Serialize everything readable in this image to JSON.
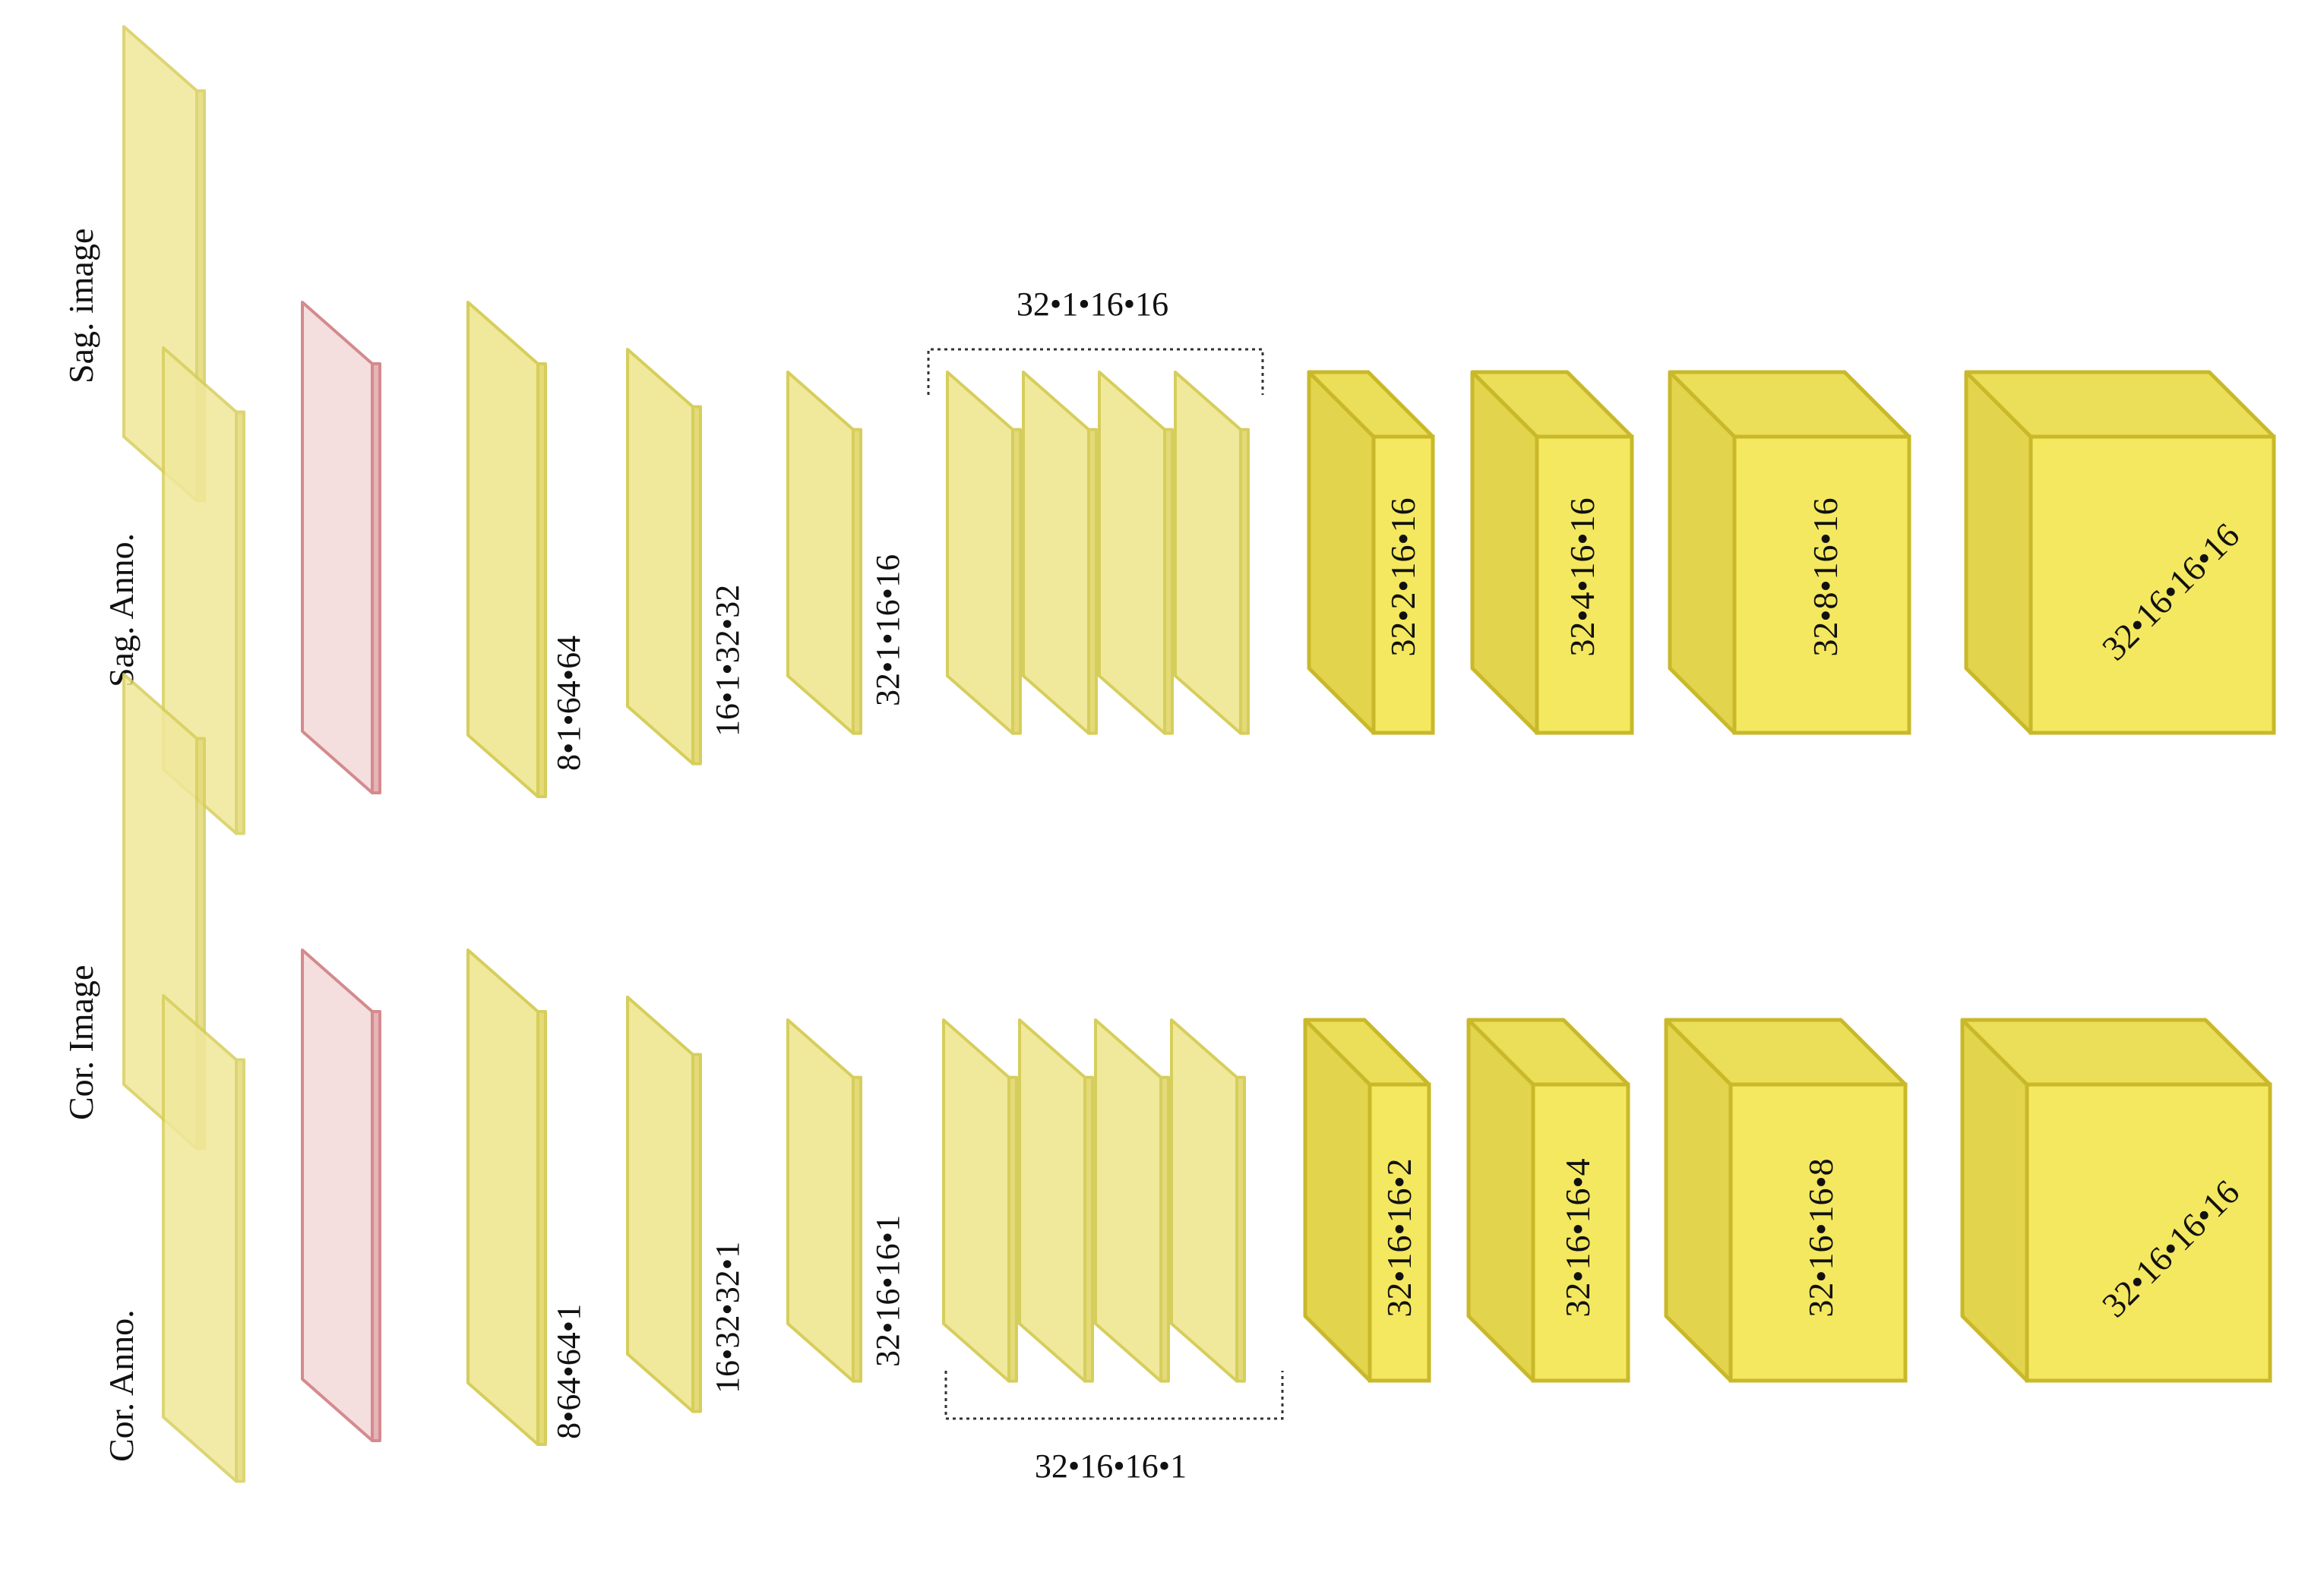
{
  "colors": {
    "plate_fill": "#f0e89a",
    "plate_stroke": "#d6ce5c",
    "plate_side": "#e4da78",
    "red_fill": "#f4dede",
    "red_stroke": "#d48a8e",
    "red_side": "#e6b4b7",
    "cube_front": "#f4e860",
    "cube_top": "#ebde58",
    "cube_side": "#e2d44c",
    "cube_stroke": "#c9b92a"
  },
  "sagittal": {
    "input_labels": [
      "Sag. image",
      "Sag. Anno."
    ],
    "dims": [
      "8•1•64•64",
      "16•1•32•32",
      "32•1•16•16"
    ],
    "group_label": "32•1•16•16",
    "cube_labels": [
      "32•2•16•16",
      "32•4•16•16",
      "32•8•16•16",
      "32•16•16•16"
    ]
  },
  "coronal": {
    "input_labels": [
      "Cor. Image",
      "Cor. Anno."
    ],
    "dims": [
      "8•64•64•1",
      "16•32•32•1",
      "32•16•16•1"
    ],
    "group_label": "32•16•16•1",
    "cube_labels": [
      "32•16•16•2",
      "32•16•16•4",
      "32•16•16•8",
      "32•16•16•16"
    ]
  }
}
